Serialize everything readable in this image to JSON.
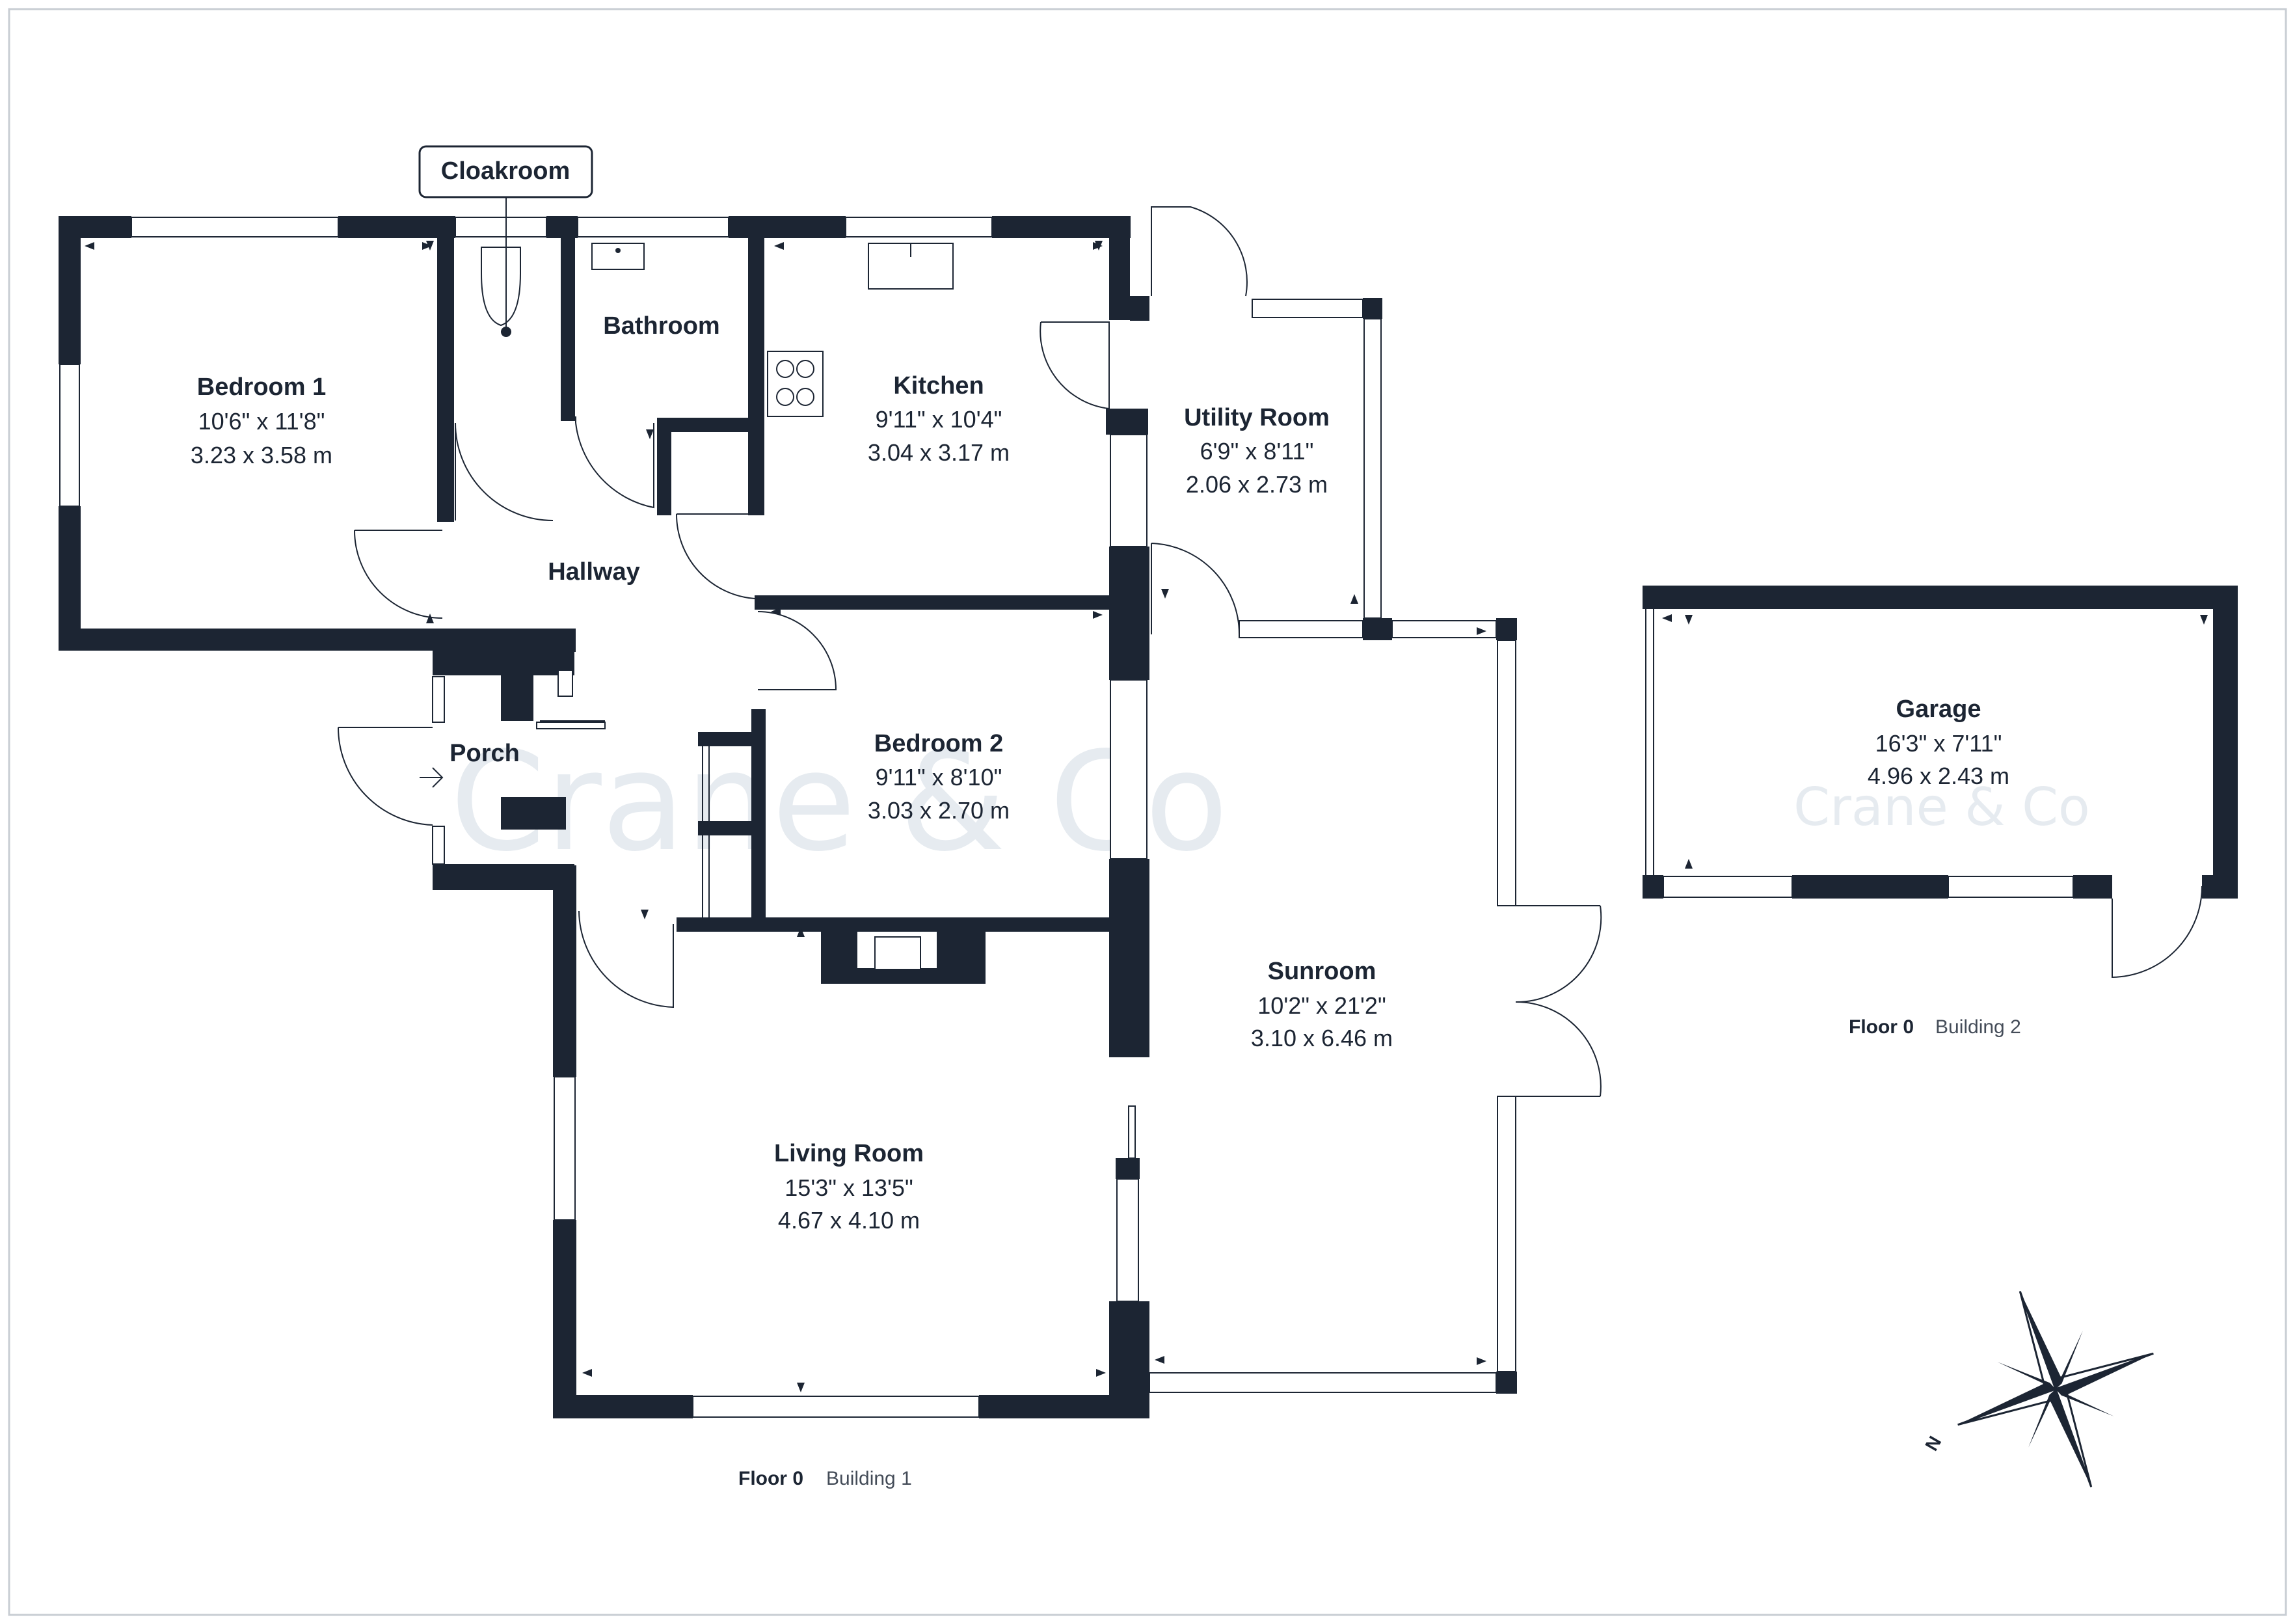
{
  "watermark": "Crane & Co",
  "rooms": {
    "bedroom1": {
      "name": "Bedroom 1",
      "imperial": "10'6\" x 11'8\"",
      "metric": "3.23 x 3.58 m"
    },
    "cloakroom": {
      "name": "Cloakroom"
    },
    "bathroom": {
      "name": "Bathroom"
    },
    "kitchen": {
      "name": "Kitchen",
      "imperial": "9'11\" x 10'4\"",
      "metric": "3.04 x 3.17 m"
    },
    "utility": {
      "name": "Utility Room",
      "imperial": "6'9\" x 8'11\"",
      "metric": "2.06 x 2.73 m"
    },
    "hallway": {
      "name": "Hallway"
    },
    "porch": {
      "name": "Porch"
    },
    "bedroom2": {
      "name": "Bedroom 2",
      "imperial": "9'11\" x 8'10\"",
      "metric": "3.03 x 2.70 m"
    },
    "sunroom": {
      "name": "Sunroom",
      "imperial": "10'2\" x 21'2\"",
      "metric": "3.10 x 6.46 m"
    },
    "living": {
      "name": "Living Room",
      "imperial": "15'3\" x 13'5\"",
      "metric": "4.67 x 4.10 m"
    },
    "garage": {
      "name": "Garage",
      "imperial": "16'3\" x 7'11\"",
      "metric": "4.96 x 2.43 m"
    }
  },
  "buildings": {
    "b1": {
      "floor": "Floor 0",
      "building": "Building 1"
    },
    "b2": {
      "floor": "Floor 0",
      "building": "Building 2"
    }
  },
  "compass": {
    "north": "N",
    "icon": "compass-rose-icon"
  },
  "colors": {
    "wall": "#1c2533",
    "watermark": "#e6ebf0"
  }
}
